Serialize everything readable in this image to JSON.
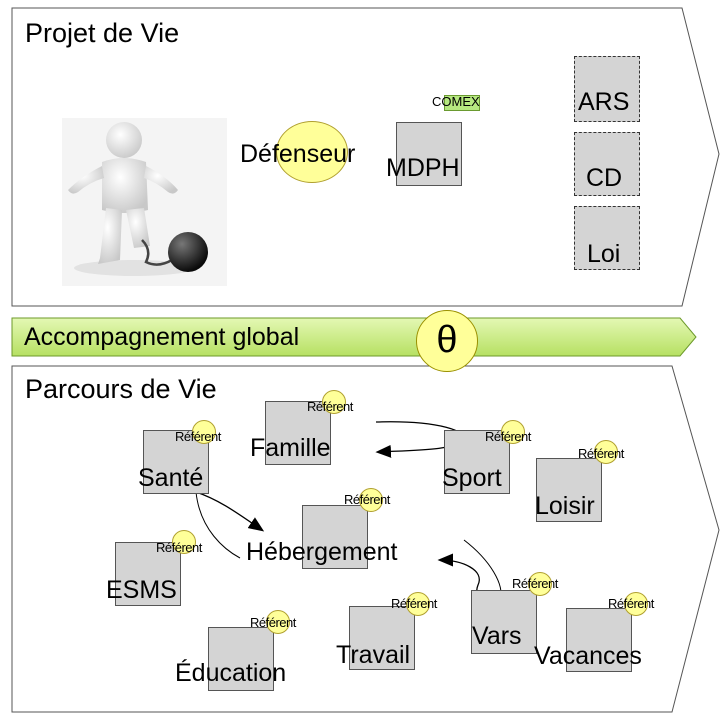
{
  "sections": {
    "top_title": "Projet de Vie",
    "bottom_title": "Parcours de Vie",
    "banner": "Accompagnement global"
  },
  "theta_symbol": "θ",
  "top_nodes": {
    "defenseur": "Défenseur",
    "mdph": "MDPH",
    "comex": "COMEX",
    "ars": "ARS",
    "cd": "CD",
    "loi": "Loi"
  },
  "bottom_nodes": {
    "famille": "Famille",
    "sante": "Santé",
    "sport": "Sport",
    "loisir": "Loisir",
    "hebergement": "Hébergement",
    "esms": "ESMS",
    "vars": "Vars",
    "vacances": "Vacances",
    "travail": "Travail",
    "education": "Éducation"
  },
  "referent_label": "Référent",
  "colors": {
    "banner": "#ccf07a",
    "referent": "#ffff99",
    "node_fill": "#d4d4d4"
  }
}
